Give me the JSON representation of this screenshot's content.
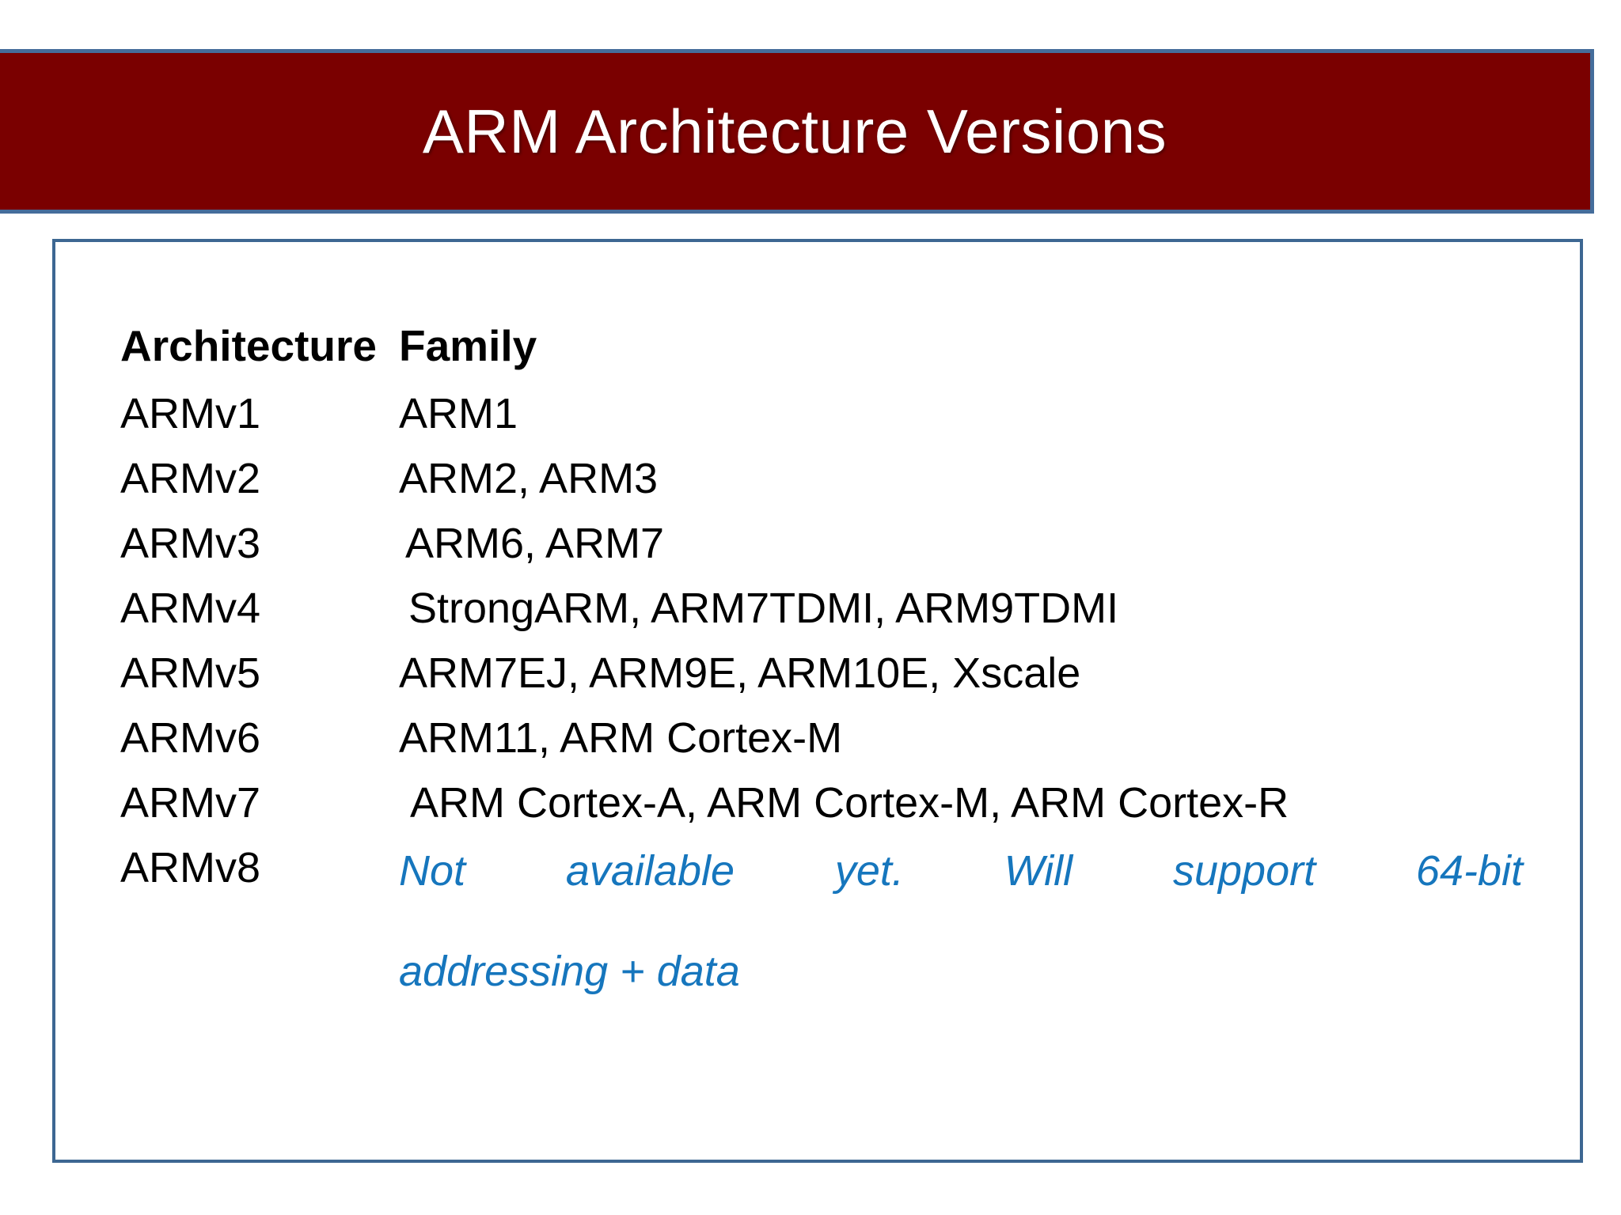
{
  "slide": {
    "title": "ARM Architecture Versions",
    "title_bg_color": "#7a0000",
    "title_border_color": "#456d9b",
    "panel_border_color": "#3d6792",
    "accent_blue": "#1676bd",
    "text_color": "#000000"
  },
  "table": {
    "headers": {
      "architecture": "Architecture",
      "family": "Family"
    },
    "rows": [
      {
        "architecture": "ARMv1",
        "family": "ARM1"
      },
      {
        "architecture": "ARMv2",
        "family": "ARM2, ARM3"
      },
      {
        "architecture": "ARMv3",
        "family": "ARM6, ARM7"
      },
      {
        "architecture": "ARMv4",
        "family": "StrongARM,  ARM7TDMI,  ARM9TDMI"
      },
      {
        "architecture": "ARMv5",
        "family": "ARM7EJ,   ARM9E,   ARM10E,   Xscale"
      },
      {
        "architecture": "ARMv6",
        "family": "ARM11, ARM Cortex-M"
      },
      {
        "architecture": "ARMv7",
        "family": "ARM  Cortex-A, ARM  Cortex-M, ARM  Cortex-R"
      }
    ],
    "last_row": {
      "architecture": "ARMv8",
      "family_line1": "Not available yet. Will support 64-bit",
      "family_line2": "addressing + data"
    }
  }
}
